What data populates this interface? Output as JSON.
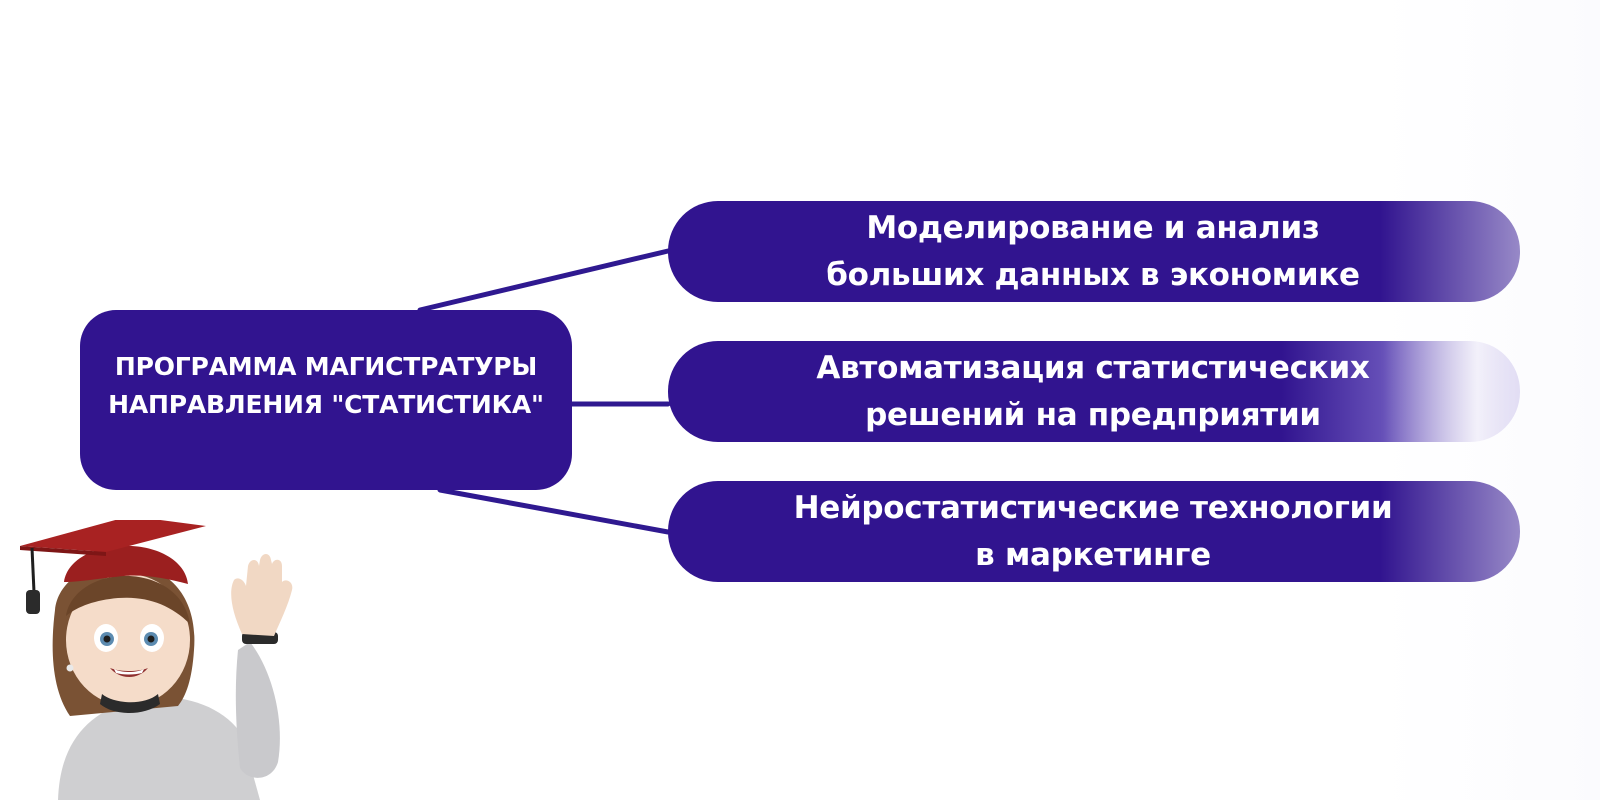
{
  "diagram": {
    "root": {
      "label": "ПРОГРАММА МАГИСТРАТУРЫ\nНАПРАВЛЕНИЯ \"СТАТИСТИКА\""
    },
    "branches": [
      {
        "label": "Моделирование и анализ\nбольших данных в экономике"
      },
      {
        "label": "Автоматизация статистических\nрешений на предприятии"
      },
      {
        "label": "Нейростатистические технологии\nв маркетинге"
      }
    ]
  },
  "colors": {
    "box_fill": "#31148f",
    "connector": "#2f1990",
    "text": "#ffffff",
    "glow": "#ffffff"
  },
  "illustration": {
    "icon": "graduate-avatar-icon"
  }
}
